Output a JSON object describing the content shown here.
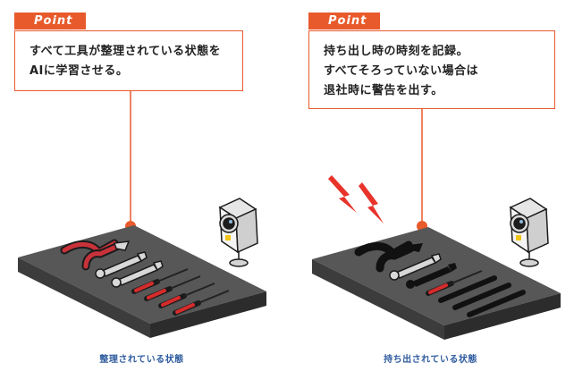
{
  "left": {
    "tag_label": "Point",
    "lines": [
      "すべて工具が整理されている状態を",
      "AIに学習させる。"
    ],
    "caption": "整理されている状態",
    "colors": {
      "accent": "#e85a2b",
      "caption": "#2f5c9f"
    }
  },
  "right": {
    "tag_label": "Point",
    "lines": [
      "持ち出し時の時刻を記録。",
      "すべてそろっていない場合は",
      "退社時に警告を出す。"
    ],
    "caption": "持ち出されている状態",
    "alert_icon": "lightning-bolts-icon",
    "colors": {
      "accent": "#e85a2b",
      "caption": "#2f5c9f",
      "bolt": "#e8332b"
    }
  },
  "icons": {
    "camera": "security-camera-icon",
    "marker": "point-marker-dot"
  }
}
